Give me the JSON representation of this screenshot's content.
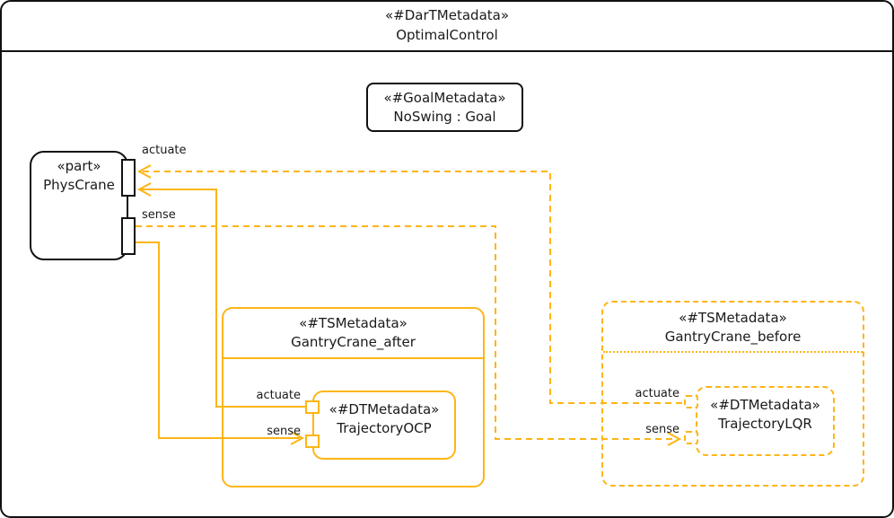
{
  "colors": {
    "accent": "#FDB515",
    "ink": "#1a1a1a"
  },
  "frame": {
    "stereotype": "«#DarTMetadata»",
    "name": "OptimalControl"
  },
  "goal": {
    "stereotype": "«#GoalMetadata»",
    "name": "NoSwing : Goal"
  },
  "phys_crane": {
    "stereotype": "«part»",
    "name": "PhysCrane",
    "ports": [
      {
        "label": "actuate"
      },
      {
        "label": "sense"
      }
    ]
  },
  "ts_after": {
    "stereotype": "«#TSMetadata»",
    "name": "GantryCrane_after",
    "dt": {
      "stereotype": "«#DTMetadata»",
      "name": "TrajectoryOCP",
      "ports": [
        {
          "label": "actuate"
        },
        {
          "label": "sense"
        }
      ]
    }
  },
  "ts_before": {
    "stereotype": "«#TSMetadata»",
    "name": "GantryCrane_before",
    "dt": {
      "stereotype": "«#DTMetadata»",
      "name": "TrajectoryLQR",
      "ports": [
        {
          "label": "actuate"
        },
        {
          "label": "sense"
        }
      ]
    }
  }
}
